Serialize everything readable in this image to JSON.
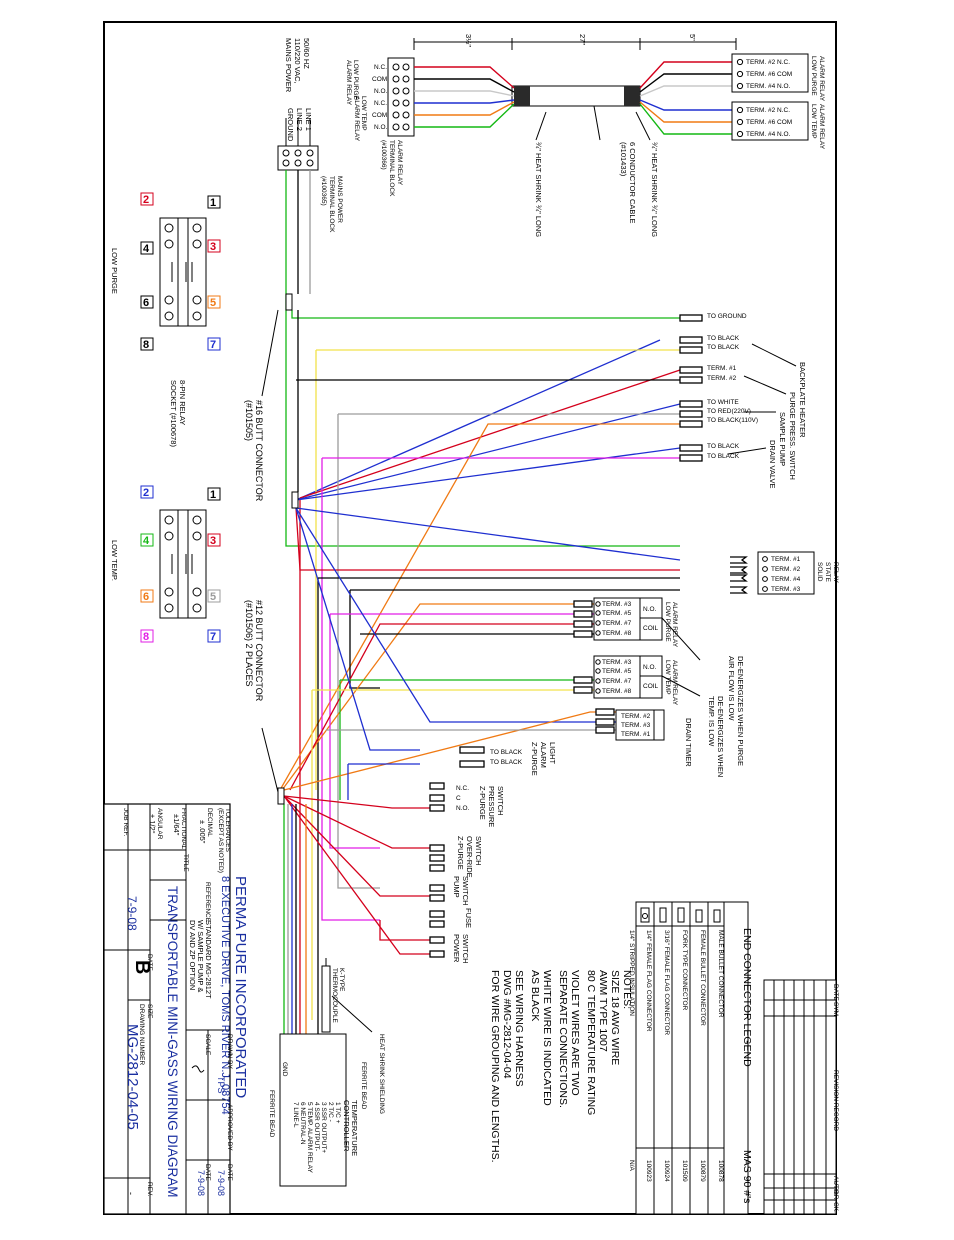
{
  "title_block": {
    "company": "PERMA PURE INCORPORATED",
    "address": "8 EXECUTIVE DRIVE, TOMS RIVER N.J. 08754",
    "title_label": "TITLE",
    "title": "TRANSPORTABLE MINI-GASS WIRING DIAGRAM",
    "reference_label": "REFERENCE",
    "reference": [
      "STANDARD MG-2812T",
      "W/ SAMPLE PUMP &",
      "DV AND ZP OPTION"
    ],
    "tolerances_label": [
      "TOLERANCES",
      "(EXCEPT AS NOTED)"
    ],
    "decimal_label": "DECIMAL",
    "decimal_value": "± .005\"",
    "fractional_label": "FRACTIONAL",
    "fractional_value": "±1/64\"",
    "angular_label": "ANGULAR",
    "angular_value": "± 1/2°",
    "job_ref_label": "JOB REF.",
    "scale_label": "SCALE",
    "drawn_by_label": "DRAWN BY",
    "drawn_by": "TPS",
    "date_label": "DATE",
    "date_drawn": "7-9-08",
    "approved_by_label": "APPROVED BY",
    "date_approved": "7-9-08",
    "date": "7-9-08",
    "size_label": "SIZE",
    "size": "B",
    "drawing_number_label": "DRAWING NUMBER",
    "drawing_number": "MG-2812-04-05",
    "rev_label": "REV.",
    "rev": "-"
  },
  "revision_record": {
    "headers": [
      "DATE",
      "SYM",
      "REVISION RECORD",
      "AUTH.",
      "DR.",
      "CK."
    ]
  },
  "connector_legend": {
    "title": "END CONNECTOR LEGEND",
    "mas_header": "MAS 90 #'s",
    "rows": [
      {
        "name": "MALE BULLET CONNECTOR",
        "number": "100878"
      },
      {
        "name": "FEMALE BULLET CONNECTOR",
        "number": "100879"
      },
      {
        "name": "FORK TYPE CONNECTOR",
        "number": "101509"
      },
      {
        "name": "3/16\" FEMALE FLAG CONNECTOR",
        "number": "100924"
      },
      {
        "name": "1/4\" FEMALE FLAG CONNECTOR",
        "number": "100923"
      },
      {
        "name": "1/4\" STRIPPED INSULATION",
        "number": "N/A"
      }
    ]
  },
  "notes": {
    "title": "NOTES:",
    "lines": [
      "SIZE 18 AWG WIRE",
      "AWM TYPE 1007",
      "80 C TEMPERATURE RATING",
      "VIOLET WIRES ARE TWO",
      "SEPARATE CONNECTIONS.",
      "WHITE WIRE IS INDICATED",
      "AS BLACK",
      "SEE WIRING HARNESS",
      "DWG #MG-2812-04-04",
      "FOR WIRE GROUPING AND LENGTHS."
    ]
  },
  "labels": {
    "mains_power": [
      "MAINS POWER",
      "110/220 VAC,",
      "50/60 HZ"
    ],
    "line1": "LINE 1",
    "line2": "LINE 2",
    "ground": "GROUND",
    "mains_block": [
      "MAINS POWER",
      "TERMINAL BLOCK",
      "(#100365)"
    ],
    "alarm_block": [
      "ALARM RELAY",
      "TERMINAL BLOCK",
      "(#100366)"
    ],
    "low_purge_alarm_relay": [
      "LOW PURGE",
      "ALARM RELAY"
    ],
    "low_temp_alarm_relay": [
      "LOW TEMP",
      "ALARM RELAY"
    ],
    "nc": "N.C.",
    "com": "COM",
    "no": "N.O.",
    "dim_left": "3½\"",
    "dim_mid": "27\"",
    "dim_right": "5\"",
    "heat_shrink_left": "¾\" HEAT SHRINK ¾\" LONG",
    "heat_shrink_right": "¾\" HEAT SHRINK ¾\" LONG",
    "cable": [
      "6 CONDUCTOR CABLE",
      "(#101433)"
    ],
    "term2_nc": "TERM. #2 N.C.",
    "term6_com": "TERM. #6 COM",
    "term4_no": "TERM. #4 N.O.",
    "butt16": [
      "#16 BUTT CONNECTOR",
      "(#101505)"
    ],
    "butt12": [
      "#12 BUTT CONNECTOR",
      "(#101506) 2 PLACES"
    ],
    "relay_socket": [
      "8-PIN RELAY",
      "SOCKET (#100678)"
    ],
    "low_purge": "LOW PURGE",
    "low_temp": "LOW TEMP.",
    "to_ground": "TO GROUND",
    "to_black": "TO BLACK",
    "term1": "TERM. #1",
    "term2": "TERM. #2",
    "to_white": "TO WHITE",
    "to_red": "TO RED(220V)",
    "to_black110": "TO BLACK(110V)",
    "backplate_heater": "BACKPLATE HEATER",
    "purge_press_switch": "PURGE PRESS. SWITCH",
    "sample_pump": "SAMPLE PUMP",
    "drain_valve": "DRAIN VALVE",
    "ssr": [
      "SOLID",
      "STATE",
      "RELAY"
    ],
    "ssr_terms": [
      "TERM. #1",
      "TERM. #2",
      "TERM. #4",
      "TERM. #3"
    ],
    "relay_terms": [
      "TERM. #3",
      "TERM. #5",
      "TERM. #7",
      "TERM. #8"
    ],
    "relay_no": "N.O.",
    "relay_coil": "COIL",
    "de_energize_purge": [
      "DE-ENERGIZES WHEN PURGE",
      "AIR FLOW IS LOW"
    ],
    "de_energize_temp": [
      "DE-ENERGIZES WHEN",
      "TEMP. IS LOW"
    ],
    "drain_timer": "DRAIN TIMER",
    "drain_terms": [
      "TERM. #2",
      "TERM. #3",
      "TERM. #1"
    ],
    "zpurge_alarm_light": [
      "Z-PURGE",
      "ALARM",
      "LIGHT"
    ],
    "zpurge_pressure_switch": [
      "Z-PURGE",
      "PRESSURE",
      "SWITCH"
    ],
    "zpurge_override_switch": [
      "Z-PURGE",
      "OVER-RIDE",
      "SWITCH"
    ],
    "pump_switch": [
      "PUMP",
      "SWITCH"
    ],
    "fuse": "FUSE",
    "power_switch": [
      "POWER",
      "SWITCH"
    ],
    "switch_nc": "N.C.",
    "switch_c": "C",
    "switch_no": "N.O.",
    "ktype": [
      "K-TYPE",
      "THERMOCOUPLE"
    ],
    "heat_shrink_shielding": "HEAT SHRINK SHIELDING",
    "ferrite_bead": "FERRITE BEAD",
    "temp_controller": [
      "TEMPERATURE",
      "CONTROLLER"
    ],
    "tc_lines": [
      "1  T/C +",
      "2  T/C -",
      "3  SSR OUTPUT+",
      "4  SSR OUTPUT-",
      "5  TEMP. ALARM RELAY",
      "6  NEUTRAL-N",
      "7  LINE-L"
    ],
    "gnd": "GND"
  },
  "pin_numbers": {
    "purge": [
      "1",
      "2",
      "3",
      "4",
      "5",
      "6",
      "7",
      "8"
    ],
    "temp": [
      "1",
      "2",
      "3",
      "4",
      "5",
      "6",
      "7",
      "8"
    ]
  },
  "wire_colors": {
    "black": "#000000",
    "red": "#d4001c",
    "blue": "#1f2fd0",
    "green": "#14b814",
    "orange": "#f07a14",
    "yellow": "#f2e24a",
    "violet": "#e21ee6",
    "grey": "#9c9c9c",
    "white": "#c8c8c8"
  }
}
